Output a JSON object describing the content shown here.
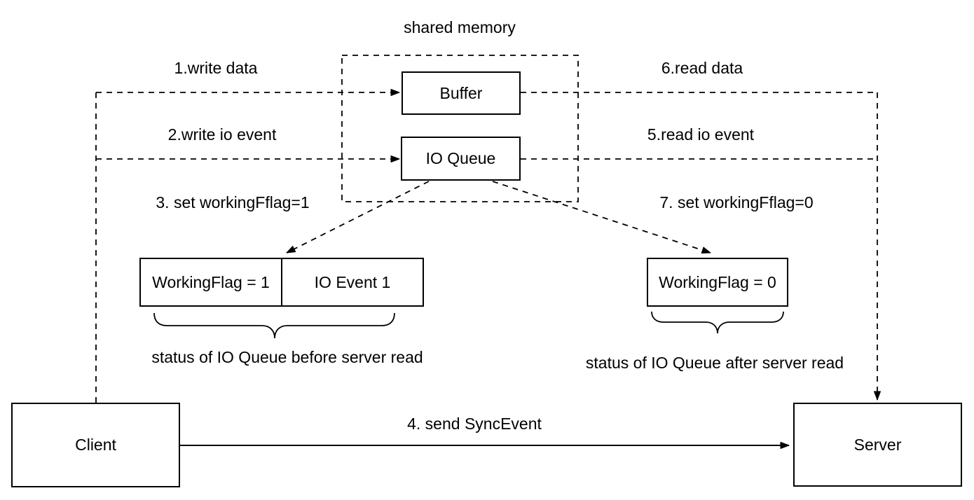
{
  "diagram": {
    "title": "shared memory",
    "nodes": {
      "buffer": "Buffer",
      "io_queue": "IO Queue",
      "client": "Client",
      "server": "Server"
    },
    "status_before": {
      "working_flag": "WorkingFlag = 1",
      "io_event": "IO Event 1",
      "caption": "status of IO Queue before server read"
    },
    "status_after": {
      "working_flag": "WorkingFlag = 0",
      "caption": "status of IO Queue after server read"
    },
    "edge_labels": {
      "write_data": "1.write data",
      "write_io_event": "2.write io event",
      "set_workingflag_1": "3. set workingFflag=1",
      "send_syncevent": "4. send SyncEvent",
      "read_io_event": "5.read io event",
      "read_data": "6.read data",
      "set_workingflag_0": "7. set workingFflag=0"
    },
    "colors": {
      "stroke": "#000000",
      "background": "#ffffff"
    }
  }
}
